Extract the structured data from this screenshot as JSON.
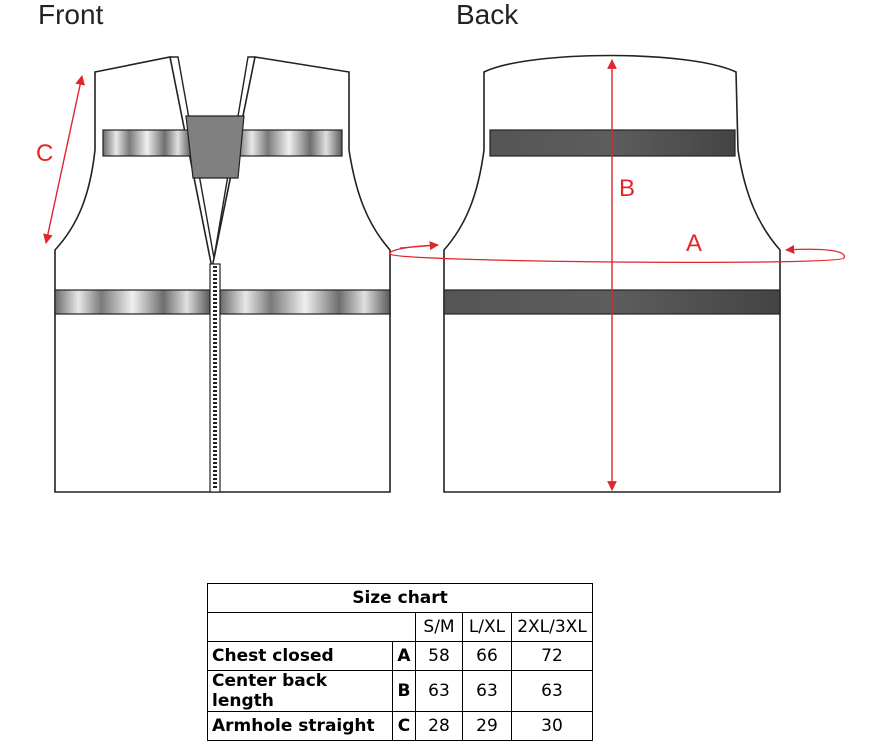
{
  "views": {
    "front_label": "Front",
    "back_label": "Back"
  },
  "measure_labels": {
    "a": "A",
    "b": "B",
    "c": "C"
  },
  "colors": {
    "measure_line": "#e0262d",
    "outline": "#222222",
    "reflective_band": "#5a5a5a",
    "chest_panel": "#808080"
  },
  "size_chart": {
    "title": "Size chart",
    "columns": [
      "S/M",
      "L/XL",
      "2XL/3XL"
    ],
    "rows": [
      {
        "label": "Chest closed",
        "code": "A",
        "values": [
          "58",
          "66",
          "72"
        ]
      },
      {
        "label": "Center back length",
        "code": "B",
        "values": [
          "63",
          "63",
          "63"
        ]
      },
      {
        "label": "Armhole straight",
        "code": "C",
        "values": [
          "28",
          "29",
          "30"
        ]
      }
    ]
  }
}
